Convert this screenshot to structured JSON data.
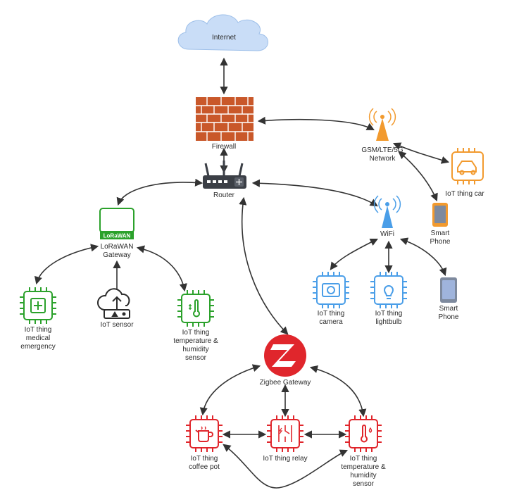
{
  "colors": {
    "edge": "#333333",
    "green": "#2ba12b",
    "blue": "#4a9ee8",
    "orange": "#f29a2e",
    "red": "#e0262c",
    "brick": "#c9582a",
    "cloud": "#c9ddf7"
  },
  "nodes": {
    "internet": {
      "label": "Internet",
      "icon": "cloud-icon"
    },
    "firewall": {
      "label": "Firewall",
      "icon": "brick-wall-icon"
    },
    "router": {
      "label": "Router",
      "icon": "router-icon"
    },
    "cell_network": {
      "label": "GSM/LTE/5G\nNetwork",
      "icon": "cell-tower-icon"
    },
    "iot_car": {
      "label": "IoT thing car",
      "icon": "car-chip-icon"
    },
    "phone_cell": {
      "label": "Smart\nPhone",
      "icon": "smartphone-icon"
    },
    "wifi": {
      "label": "WiFi",
      "icon": "wifi-tower-icon"
    },
    "iot_camera": {
      "label": "IoT thing\ncamera",
      "icon": "camera-chip-icon"
    },
    "iot_lightbulb": {
      "label": "IoT thing\nlightbulb",
      "icon": "lightbulb-chip-icon"
    },
    "phone_wifi": {
      "label": "Smart\nPhone",
      "icon": "smartphone-icon"
    },
    "lorawan_gw": {
      "label": "LoRaWAN\nGateway",
      "badge": "LoRaWAN",
      "icon": "lorawan-gateway-icon"
    },
    "iot_medical": {
      "label": "IoT thing\nmedical\nemergency",
      "icon": "medical-chip-icon"
    },
    "iot_sensor": {
      "label": "IoT sensor",
      "icon": "cloud-upload-icon"
    },
    "iot_temp_lora": {
      "label": "IoT thing\ntemperature &\nhumidity\nsensor",
      "icon": "thermometer-chip-icon"
    },
    "zigbee_gw": {
      "label": "Zigbee Gateway",
      "icon": "zigbee-logo-icon"
    },
    "iot_coffee": {
      "label": "IoT thing\ncoffee pot",
      "icon": "coffee-pot-chip-icon"
    },
    "iot_relay": {
      "label": "IoT thing relay",
      "icon": "relay-chip-icon"
    },
    "iot_temp_zigbee": {
      "label": "IoT thing\ntemperature &\nhumidity\nsensor",
      "icon": "thermometer-chip-icon"
    }
  }
}
